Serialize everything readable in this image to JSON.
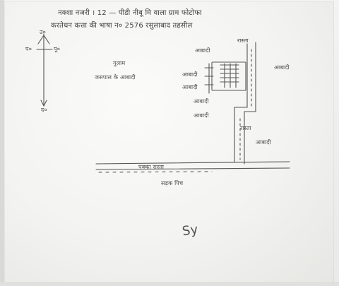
{
  "document": {
    "header_line1": "नक्शा नजरी । 12 — पीडी नीबू मि वाला ग्राम फोटोफा",
    "header_line2": "करतेधन कत्ता की भाषा न० 2576 रसुलाबाद तहसील",
    "compass": {
      "north": "उ०",
      "west": "प०",
      "east": "पू०",
      "south": "द०"
    },
    "labels": {
      "top_house": "आबादी",
      "top_right_tag": "रास्ता",
      "left_top": "गुलाम",
      "left_house": "जसपाल के आबादी",
      "right_house": "आबादी",
      "mid_label_1": "आबादी",
      "mid_label_2": "आबादी",
      "mid_label_3": "आबादी",
      "lower_label": "आबादी",
      "corner_label": "रास्ता",
      "right_lower": "आबादी",
      "road_label": "पक्का रास्ता",
      "below_road": "सड़क पिच",
      "signature": "Sy"
    }
  }
}
